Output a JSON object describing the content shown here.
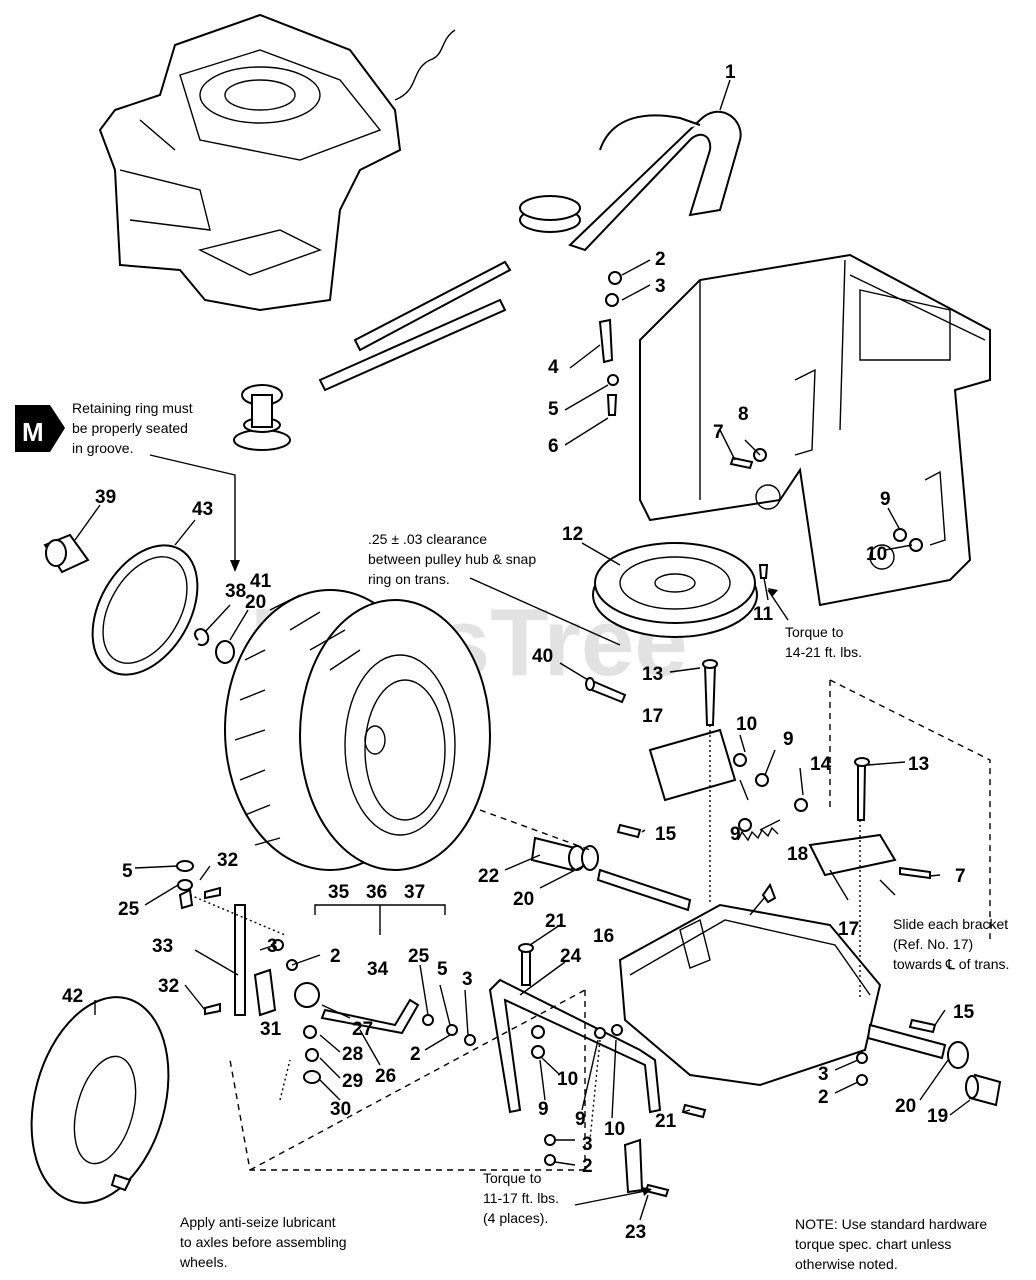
{
  "badge": {
    "letter": "M"
  },
  "watermark": "PartsTree",
  "notes": {
    "retaining_ring": [
      "Retaining ring must",
      "be properly seated",
      "in groove."
    ],
    "clearance": [
      ".25 ± .03 clearance",
      "between pulley hub & snap",
      "ring on trans."
    ],
    "torque_14_21": [
      "Torque to",
      "14-21 ft. lbs."
    ],
    "slide_bracket": [
      "Slide each bracket",
      "(Ref. No. 17)",
      "towards ℄ of trans."
    ],
    "torque_11_17": [
      "Torque to",
      "11-17 ft. lbs.",
      "(4 places)."
    ],
    "anti_seize": [
      "Apply anti-seize lubricant",
      "to axles before assembling",
      "wheels."
    ],
    "hardware_note": [
      "NOTE: Use standard hardware",
      "torque spec. chart unless",
      "otherwise noted."
    ]
  },
  "callouts": [
    {
      "id": "c1",
      "label": "1"
    },
    {
      "id": "c2a",
      "label": "2"
    },
    {
      "id": "c3a",
      "label": "3"
    },
    {
      "id": "c4",
      "label": "4"
    },
    {
      "id": "c5a",
      "label": "5"
    },
    {
      "id": "c6",
      "label": "6"
    },
    {
      "id": "c8",
      "label": "8"
    },
    {
      "id": "c7a",
      "label": "7"
    },
    {
      "id": "c9a",
      "label": "9"
    },
    {
      "id": "c10a",
      "label": "10"
    },
    {
      "id": "c12",
      "label": "12"
    },
    {
      "id": "c11",
      "label": "11"
    },
    {
      "id": "c39",
      "label": "39"
    },
    {
      "id": "c43",
      "label": "43"
    },
    {
      "id": "c38",
      "label": "38"
    },
    {
      "id": "c41",
      "label": "41"
    },
    {
      "id": "c20a",
      "label": "20"
    },
    {
      "id": "c40",
      "label": "40"
    },
    {
      "id": "c13a",
      "label": "13"
    },
    {
      "id": "c17a",
      "label": "17"
    },
    {
      "id": "c10b",
      "label": "10"
    },
    {
      "id": "c9b",
      "label": "9"
    },
    {
      "id": "c9c",
      "label": "9"
    },
    {
      "id": "c14",
      "label": "14"
    },
    {
      "id": "c13b",
      "label": "13"
    },
    {
      "id": "c15a",
      "label": "15"
    },
    {
      "id": "c18",
      "label": "18"
    },
    {
      "id": "c7b",
      "label": "7"
    },
    {
      "id": "c17b",
      "label": "17"
    },
    {
      "id": "c22",
      "label": "22"
    },
    {
      "id": "c20b",
      "label": "20"
    },
    {
      "id": "c5b",
      "label": "5"
    },
    {
      "id": "c32a",
      "label": "32"
    },
    {
      "id": "c25a",
      "label": "25"
    },
    {
      "id": "c35",
      "label": "35"
    },
    {
      "id": "c36",
      "label": "36"
    },
    {
      "id": "c37",
      "label": "37"
    },
    {
      "id": "c34",
      "label": "34"
    },
    {
      "id": "c21a",
      "label": "21"
    },
    {
      "id": "c16",
      "label": "16"
    },
    {
      "id": "c24",
      "label": "24"
    },
    {
      "id": "c33",
      "label": "33"
    },
    {
      "id": "c3b",
      "label": "3"
    },
    {
      "id": "c2b",
      "label": "2"
    },
    {
      "id": "c25b",
      "label": "25"
    },
    {
      "id": "c5c",
      "label": "5"
    },
    {
      "id": "c3c",
      "label": "3"
    },
    {
      "id": "c42",
      "label": "42"
    },
    {
      "id": "c32b",
      "label": "32"
    },
    {
      "id": "c27",
      "label": "27"
    },
    {
      "id": "c31",
      "label": "31"
    },
    {
      "id": "c28",
      "label": "28"
    },
    {
      "id": "c26",
      "label": "26"
    },
    {
      "id": "c2c",
      "label": "2"
    },
    {
      "id": "c29",
      "label": "29"
    },
    {
      "id": "c30",
      "label": "30"
    },
    {
      "id": "c10c",
      "label": "10"
    },
    {
      "id": "c9d",
      "label": "9"
    },
    {
      "id": "c9e",
      "label": "9"
    },
    {
      "id": "c10d",
      "label": "10"
    },
    {
      "id": "c21b",
      "label": "21"
    },
    {
      "id": "c3d",
      "label": "3"
    },
    {
      "id": "c2d",
      "label": "2"
    },
    {
      "id": "c15b",
      "label": "15"
    },
    {
      "id": "c3e",
      "label": "3"
    },
    {
      "id": "c2e",
      "label": "2"
    },
    {
      "id": "c20c",
      "label": "20"
    },
    {
      "id": "c19",
      "label": "19"
    },
    {
      "id": "c23",
      "label": "23"
    }
  ]
}
